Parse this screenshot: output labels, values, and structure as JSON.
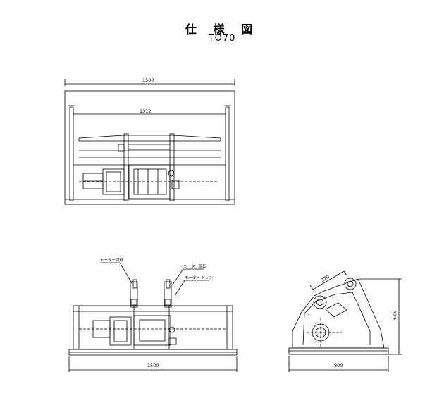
{
  "title": {
    "main": "仕 様 図",
    "model": "TO70"
  },
  "top_view": {
    "dim_overall_width": "1500",
    "dim_inner_width": "1312"
  },
  "front_view": {
    "label_motor_rotation_left": "モーター回転",
    "label_motor_rotation_right": "モーター回転",
    "label_motor_drain": "モーター ドレン",
    "dim_overall_width": "1500"
  },
  "side_view": {
    "dim_length": "370",
    "dim_height": "625",
    "dim_base_width": "800"
  }
}
